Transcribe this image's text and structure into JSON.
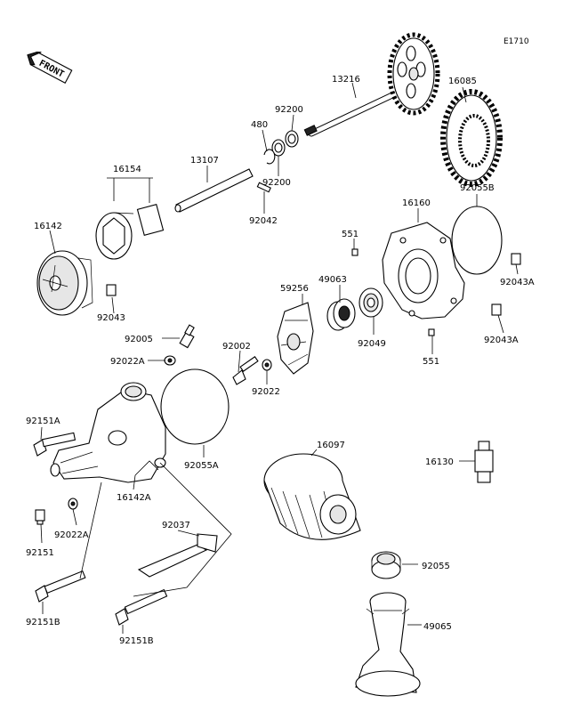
{
  "reference_code": "E1710",
  "front_label": "FRONT",
  "labels": {
    "p13216": "13216",
    "p16085": "16085",
    "p92200_top": "92200",
    "p480": "480",
    "p92200_bottom": "92200",
    "p16154": "16154",
    "p13107": "13107",
    "p92042": "92042",
    "p16142": "16142",
    "p92043": "92043",
    "p92055B": "92055B",
    "p16160": "16160",
    "p551_top": "551",
    "p49063": "49063",
    "p59256": "59256",
    "p92043A_top": "92043A",
    "p92043A_mid": "92043A",
    "p92049": "92049",
    "p551_bottom": "551",
    "p92005": "92005",
    "p92002": "92002",
    "p92022A_top": "92022A",
    "p92022": "92022",
    "p92151A": "92151A",
    "p92055A": "92055A",
    "p16097": "16097",
    "p16130": "16130",
    "p16142A": "16142A",
    "p92022A_bottom": "92022A",
    "p92037": "92037",
    "p92151": "92151",
    "p92055": "92055",
    "p92151B_left": "92151B",
    "p92151B_right": "92151B",
    "p49065": "49065"
  }
}
